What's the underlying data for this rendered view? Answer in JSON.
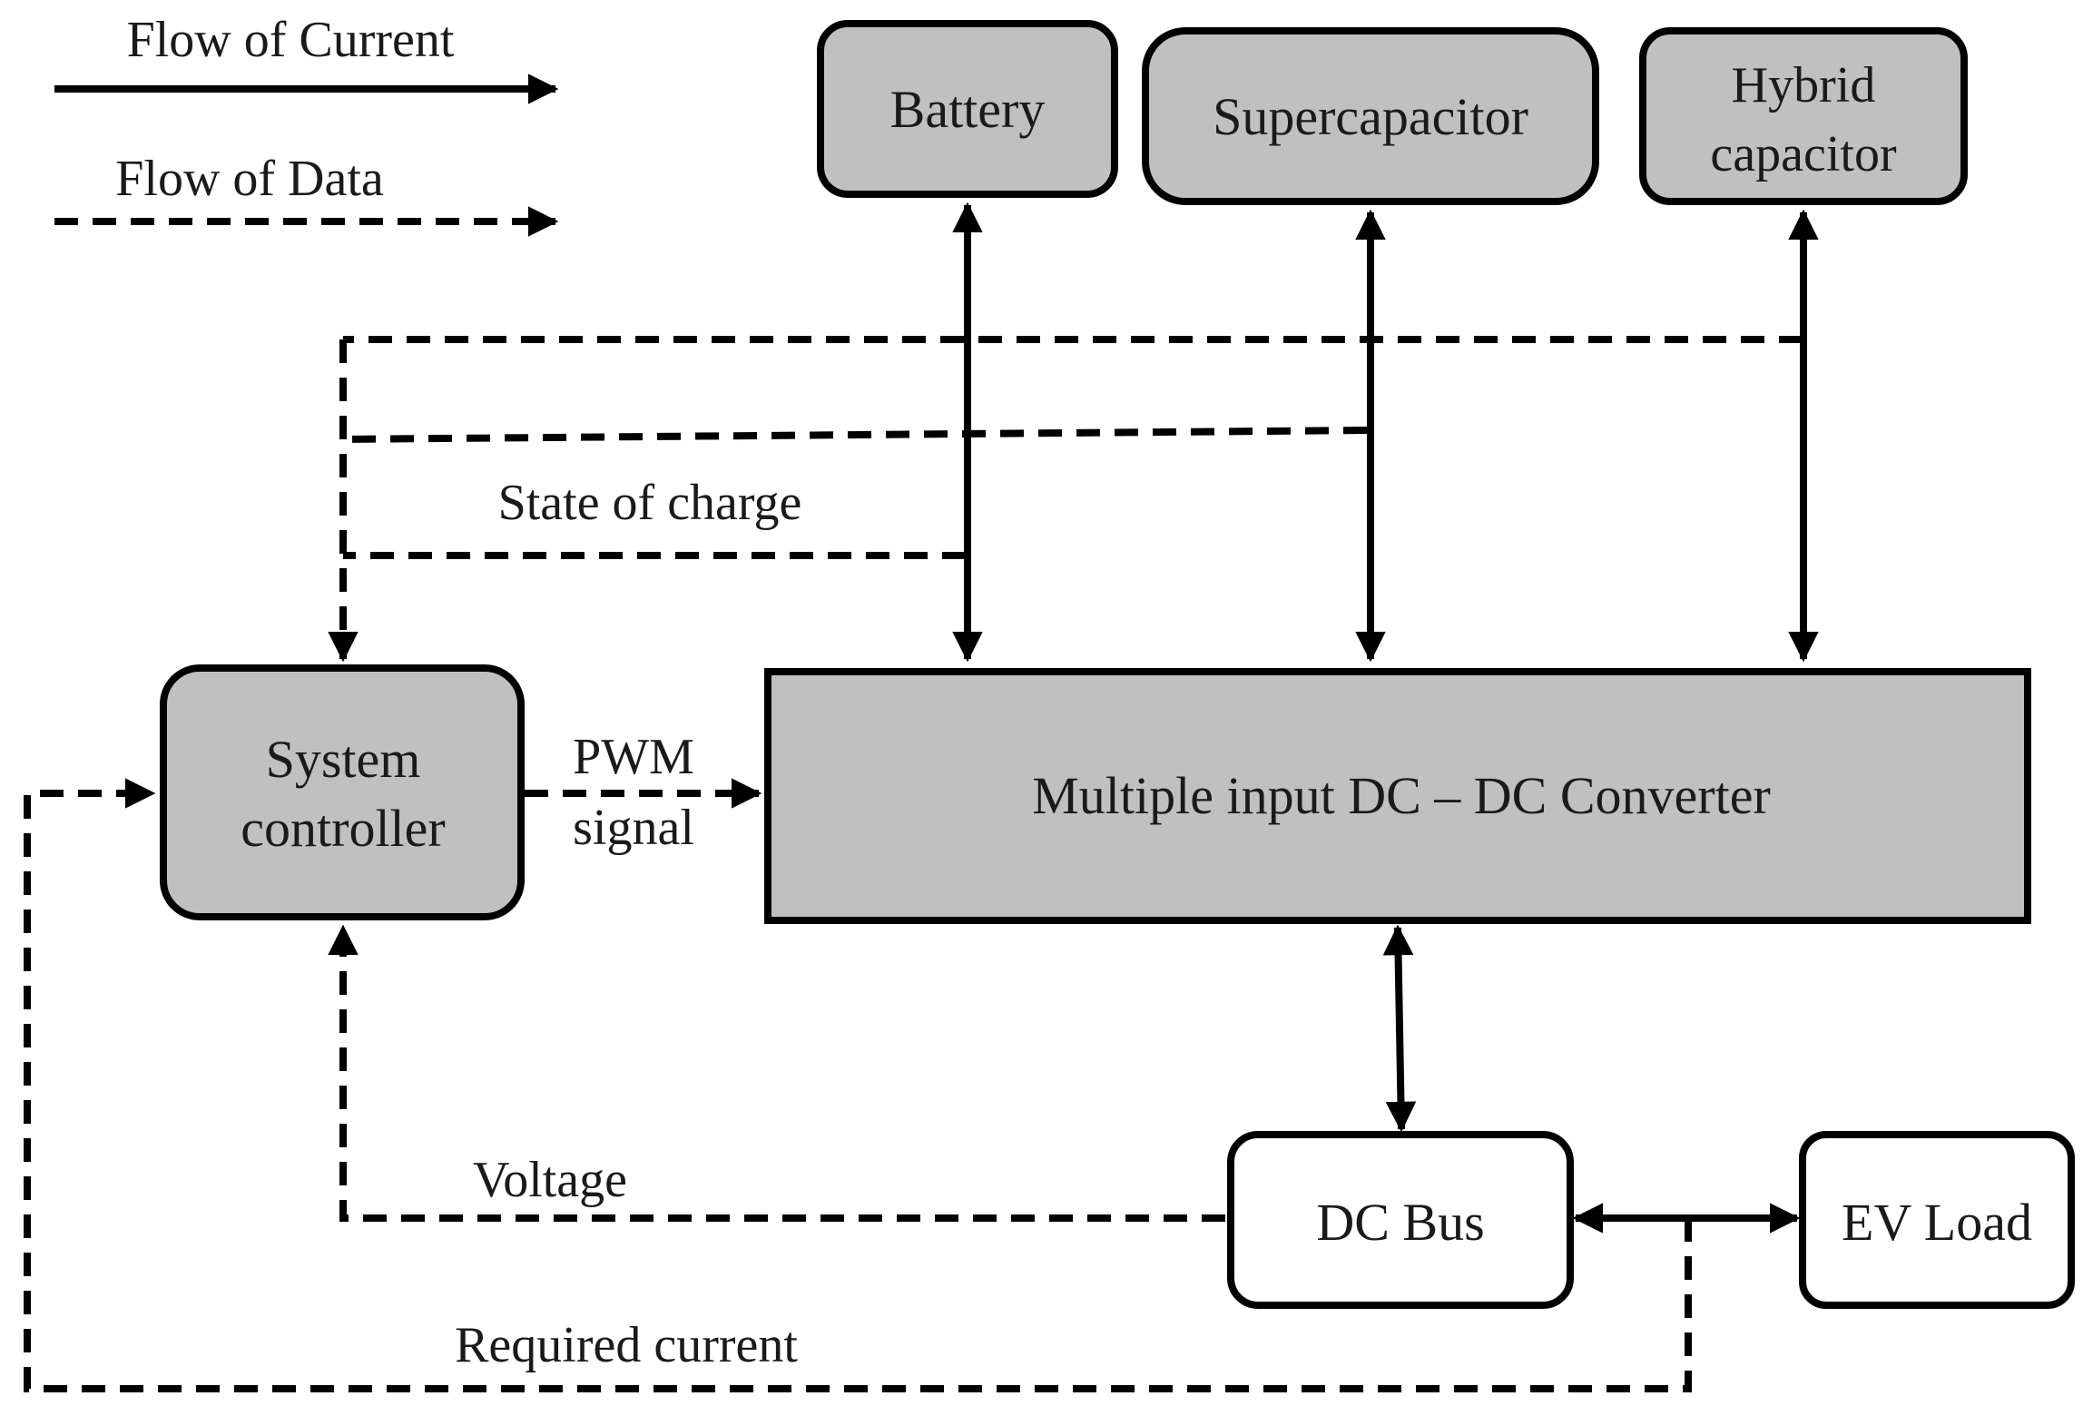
{
  "legend": {
    "current_label": "Flow of Current",
    "data_label": "Flow of Data"
  },
  "blocks": {
    "battery": "Battery",
    "supercapacitor": "Supercapacitor",
    "hybrid_line1": "Hybrid",
    "hybrid_line2": "capacitor",
    "controller_line1": "System",
    "controller_line2": "controller",
    "converter": "Multiple input DC – DC Converter",
    "dc_bus": "DC Bus",
    "ev_load": "EV Load"
  },
  "signals": {
    "state_of_charge": "State of charge",
    "pwm_line1": "PWM",
    "pwm_line2": "signal",
    "voltage": "Voltage",
    "required_current": "Required current"
  },
  "colors": {
    "storage_fill": "#c0c0c0",
    "plain_fill": "#ffffff",
    "stroke": "#000000"
  }
}
